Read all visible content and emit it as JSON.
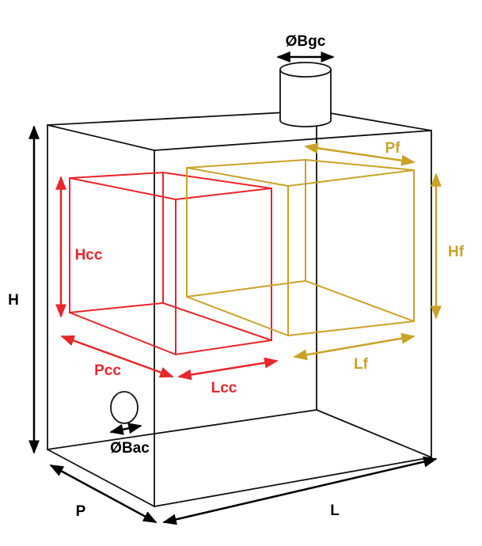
{
  "colors": {
    "outline": "#111111",
    "combustion_chamber": "#e8262b",
    "oven": "#c9a227"
  },
  "labels": {
    "height": "H",
    "depth": "P",
    "length": "L",
    "flue_diameter": "ØBgc",
    "air_inlet_diameter": "ØBac",
    "combustion": {
      "height": "Hcc",
      "depth": "Pcc",
      "length": "Lcc"
    },
    "oven": {
      "height": "Hf",
      "depth": "Pf",
      "length": "Lf"
    }
  }
}
